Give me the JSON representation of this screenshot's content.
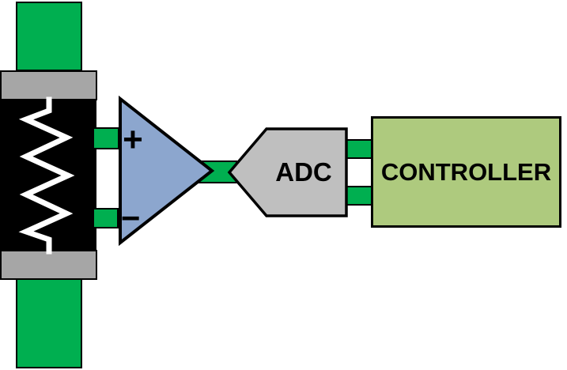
{
  "diagram": {
    "type": "signal-chain-block-diagram",
    "components": {
      "sensor": {
        "kind": "load-cell-with-resistive-strain-gauge"
      },
      "amplifier": {
        "plus_label": "+",
        "minus_label": "−"
      },
      "adc": {
        "label": "ADC"
      },
      "controller": {
        "label": "CONTROLLER"
      }
    },
    "colors": {
      "wire_green": "#00AF50",
      "amplifier_blue": "#8CA6CE",
      "adc_gray": "#BFBFBF",
      "mount_gray": "#A6A6A6",
      "controller_green": "#AECA7E",
      "sensor_body_black": "#000000",
      "resistor_white": "#FFFFFF",
      "outline_black": "#000000"
    }
  }
}
